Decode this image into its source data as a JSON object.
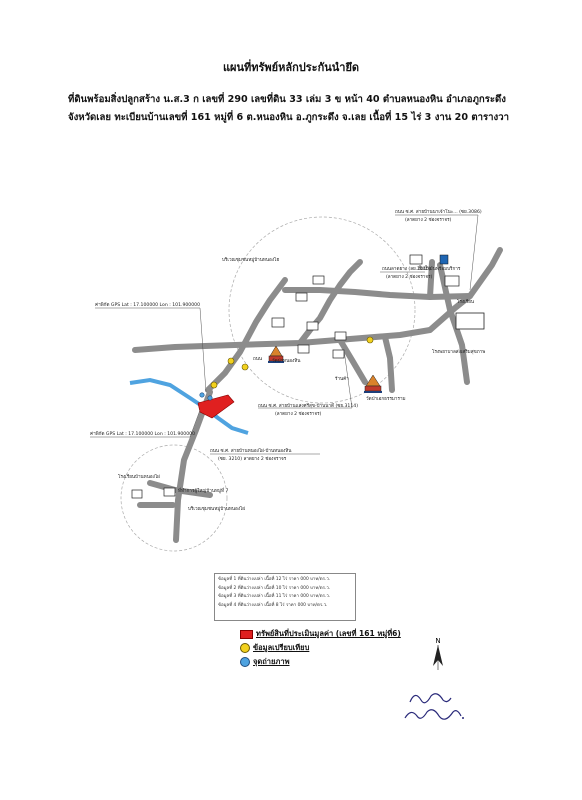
{
  "document": {
    "title": "แผนที่ทรัพย์หลักประกันนำยึด",
    "header_line1": "ที่ดินพร้อมสิ่งปลูกสร้าง น.ส.3 ก เลขที่ 290 เลขที่ดิน 33 เล่ม 3 ข หน้า 40 ตำบลหนองหิน อำเภอภูกระดึง",
    "header_line2": "จังหวัดเลย ทะเบียนบ้านเลขที่ 161 หมู่ที่ 6 ต.หนองหิน อ.ภูกระดึง จ.เลย เนื้อที่ 15 ไร่ 3 งาน 20 ตารางวา"
  },
  "map": {
    "labels": {
      "road_top_right": "ถนน ซ.ศ. สายบ้านนาเจ้าโนะ... (ซย.3086)",
      "road_top_right_sub": "(ลาดยาง 2 ช่องจราจร)",
      "village_north": "บริเวณชุมชนหมู่บ้านหนองไฮ",
      "road_ls2015": "ถนนลาดยาง (ลย.2015)",
      "road_ls2015_sub": "(ลาดยาง 2 ช่องจราจร)",
      "gas_station": "ปั๊มน้ำมันพร้อมบริการ",
      "school": "โรงเรียน",
      "gps_1": "ค่าพิกัด GPS Lat : 17.100000  Lon : 101.900000",
      "gps_2": "ค่าพิกัด GPS Lat : 17.100000  Lon : 101.900000",
      "temple_1": "วัดป่าหนองหิน",
      "health_center": "โรงพยาบาลส่งเสริมสุขภาพ",
      "road_main": "ถนน ซ.ศ. สายบ้านแสงศรีสุข-บ้านนาดี (ซย.3114)",
      "road_main_sub": "(ลาดยาง 2 ช่องจราจร)",
      "road_village": "ถนน ซ.ศ. สายบ้านหนองไผ่-บ้านหนองหิน",
      "road_village_sub": "(ซย. 3210) ลาดยาง 2 ช่องจราจร",
      "village_south_top": "โรงเรียนบ้านหนองไผ่",
      "village_south_mid": "ที่ทำการผู้ใหญ่บ้านหมู่ที่ 7",
      "village_south_bottom": "บริเวณชุมชนหมู่บ้านหนองไผ่",
      "temple_2": "วัดป่าเอกธรรมาราม",
      "market": "ร้านค้า",
      "road_small": "ถนน"
    }
  },
  "comparables": [
    "ข้อมูลที่ 1 ที่ดินว่างเปล่า เนื้อที่ 12 ไร่ ราคา 000 บาท/ตร.ว.",
    "ข้อมูลที่ 2 ที่ดินว่างเปล่า เนื้อที่ 10 ไร่ ราคา 000 บาท/ตร.ว.",
    "ข้อมูลที่ 3 ที่ดินว่างเปล่า เนื้อที่ 11 ไร่ ราคา 000 บาท/ตร.ว.",
    "ข้อมูลที่ 4 ที่ดินว่างเปล่า เนื้อที่ 8 ไร่ ราคา 000 บาท/ตร.ว."
  ],
  "legend": {
    "asset": "ทรัพย์สินที่ประเมินมูลค่า (เลขที่ 161 หมู่ที่6)",
    "comparable": "ข้อมูลเปรียบเทียบ",
    "photo": "จุดถ่ายภาพ"
  },
  "colors": {
    "road": "#8c8c8c",
    "river": "#4fa3e0",
    "asset": "#e02020",
    "comparable_marker": "#f2d11e",
    "circle": "#aaaaaa"
  },
  "compass_label": "N"
}
